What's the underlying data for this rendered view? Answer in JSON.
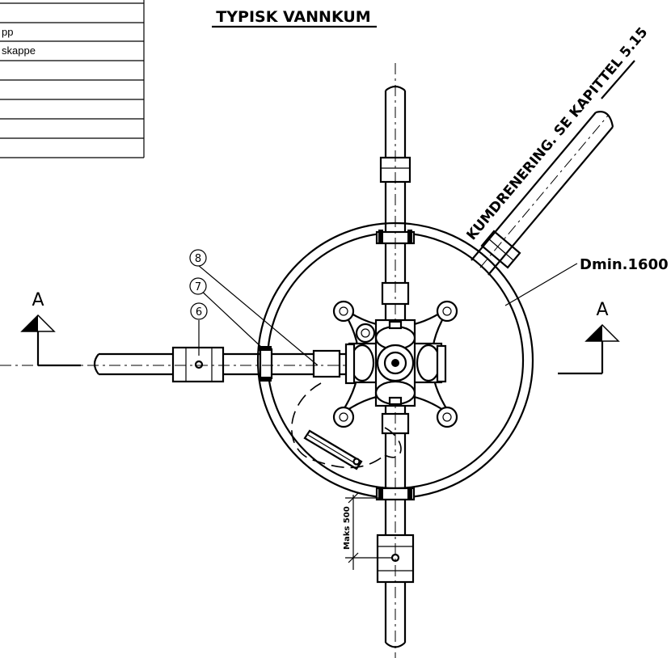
{
  "title": "TYPISK VANNKUM",
  "table_rows": [
    "",
    "pp",
    "skappe",
    "",
    "",
    "",
    ""
  ],
  "drainage_note": "KUMDRENERING. SE KAPITTEL 5.15",
  "diameter_label": "Dmin.1600",
  "section_left": "A",
  "section_right": "A",
  "callouts": [
    "8",
    "7",
    "6"
  ],
  "dimension_label": "Maks 500"
}
